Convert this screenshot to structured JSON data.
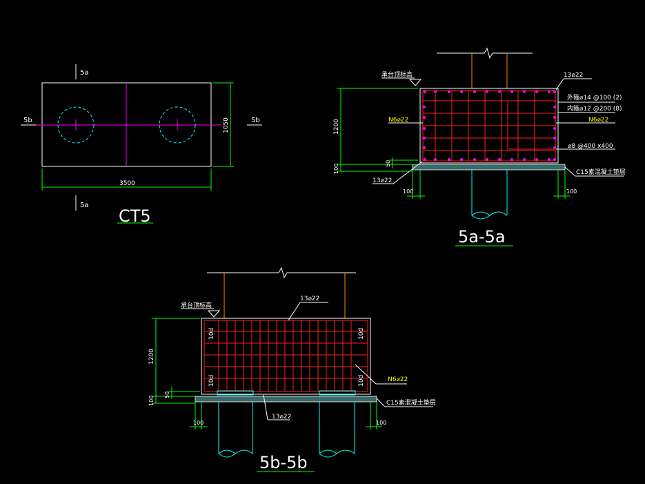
{
  "colors": {
    "outline": "#ffffff",
    "dim": "#00ff00",
    "rebar": "#ff2020",
    "pile": "#00ffff",
    "axis": "#ff00ff",
    "stirrup": "#ff00ff",
    "label": "#ffffff",
    "highlight": "#ffff00",
    "column": "#ff8c00"
  },
  "plan": {
    "title": "CT5",
    "section_a_top": "5a",
    "section_a_bottom": "5a",
    "section_b_left": "5b",
    "section_b_right": "5b",
    "dim_width": "3500",
    "dim_height": "1050"
  },
  "section_a": {
    "title": "5a-5a",
    "top_label": "承台顶标高",
    "top_bars": "13⌀22",
    "outer_stirrup": "外箍⌀14 @100 (2)",
    "inner_stirrup": "内箍⌀12 @200 (8)",
    "side_bars_left": "N6⌀22",
    "side_bars_right": "N6⌀22",
    "tie_bars": "⌀8 @400 x400",
    "cushion": "C15素混凝土垫层",
    "bottom_bars": "13⌀22",
    "dim_height": "1200",
    "dim_cushion": "100",
    "dim_cover": "50",
    "dim_left_offset": "100",
    "dim_right_offset": "100"
  },
  "section_b": {
    "title": "5b-5b",
    "top_label": "承台顶标高",
    "top_bars": "13⌀22",
    "anchor_tl": "10d",
    "anchor_tr": "10d",
    "anchor_bl": "10d",
    "anchor_br": "10d",
    "side_bars": "N6⌀22",
    "cushion": "C15素混凝土垫层",
    "bottom_bars": "13⌀22",
    "dim_height": "1200",
    "dim_cushion": "100",
    "dim_cover": "50",
    "dim_left_offset": "100",
    "dim_right_offset": "100"
  }
}
